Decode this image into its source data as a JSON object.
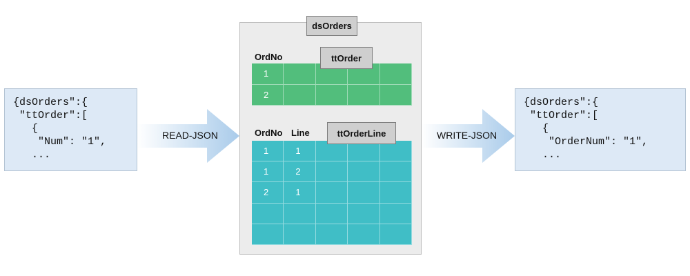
{
  "colors": {
    "json_box_bg": "#dde9f6",
    "arrow": "#a9cbea",
    "dataset_bg": "#ececec",
    "tab_bg": "#cfcfcf",
    "tt_order_grid": "#52be7c",
    "tt_orderline_grid": "#40bec6"
  },
  "json_input": {
    "lines": [
      "{dsOrders\":{",
      " \"ttOrder\":[",
      "   {",
      "    \"Num\": \"1\",",
      "   ..."
    ]
  },
  "json_output": {
    "lines": [
      "{dsOrders\":{",
      " \"ttOrder\":[",
      "   {",
      "    \"OrderNum\": \"1\",",
      "   ..."
    ]
  },
  "read_arrow": {
    "label": "READ-JSON"
  },
  "write_arrow": {
    "label": "WRITE-JSON"
  },
  "dataset": {
    "name": "dsOrders",
    "tt_order": {
      "name": "ttOrder",
      "columns": [
        "OrdNo"
      ],
      "rows": [
        [
          "1",
          "",
          "",
          "",
          ""
        ],
        [
          "2",
          "",
          "",
          "",
          ""
        ]
      ]
    },
    "tt_orderline": {
      "name": "ttOrderLine",
      "columns": [
        "OrdNo",
        "Line"
      ],
      "rows": [
        [
          "1",
          "1",
          "",
          "",
          ""
        ],
        [
          "1",
          "2",
          "",
          "",
          ""
        ],
        [
          "2",
          "1",
          "",
          "",
          ""
        ],
        [
          "",
          "",
          "",
          "",
          ""
        ],
        [
          "",
          "",
          "",
          "",
          ""
        ]
      ]
    }
  }
}
